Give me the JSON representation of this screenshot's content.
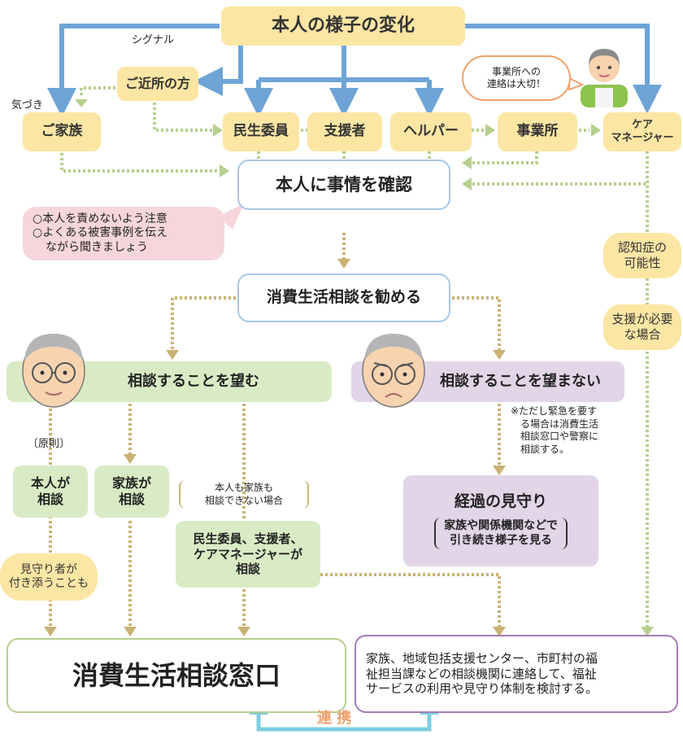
{
  "colors": {
    "blue_arrow": "#6ea4d6",
    "dotted_olive": "#c9b273",
    "dotted_green": "#b5d08e",
    "accent_orange": "#f0a06a",
    "link_teal": "#7dcde0"
  },
  "top": {
    "change": "本人の様子の変化",
    "signal": "シグナル",
    "notice": "気づき"
  },
  "nodes": {
    "neighbor": "ご近所の方",
    "family": "ご家族",
    "minsei": "民生委員",
    "shien": "支援者",
    "helper": "ヘルパー",
    "office": "事業所",
    "caremgr_1": "ケア",
    "caremgr_2": "マネージャー"
  },
  "speech": {
    "line1": "事業所への",
    "line2": "連絡は大切！"
  },
  "confirm": "本人に事情を確認",
  "advice": {
    "line1": "○本人を責めないよう注意",
    "line2": "○よくある被害事例を伝え",
    "line3": "ながら聞きましょう"
  },
  "side": {
    "dementia_1": "認知症の",
    "dementia_2": "可能性",
    "need_1": "支援が必要",
    "need_2": "な場合"
  },
  "recommend": "消費生活相談を勧める",
  "want": "相談することを望む",
  "notwant": "相談することを望まない",
  "principle": "原則",
  "self": {
    "l1": "本人が",
    "l2": "相談"
  },
  "fam": {
    "l1": "家族が",
    "l2": "相談"
  },
  "neither": {
    "l1": "本人も家族も",
    "l2": "相談できない場合"
  },
  "staff": {
    "l1": "民生委員、支援者、",
    "l2": "ケアマネージャーが",
    "l3": "相談"
  },
  "emergency": {
    "l1": "※ただし緊急を要す",
    "l2": "る場合は消費生活",
    "l3": "相談窓口や警察に",
    "l4": "相談する。"
  },
  "watch": {
    "title": "経過の見守り",
    "l1": "家族や関係機関などで",
    "l2": "引き続き様子を見る"
  },
  "accompany": {
    "l1": "見守り者が",
    "l2": "付き添うことも"
  },
  "window": "消費生活相談窓口",
  "contact": {
    "l1": "家族、地域包括支援センター、市町村の福",
    "l2": "祉担当課などの相談機関に連絡して、福祉",
    "l3": "サービスの利用や見守り体制を検討する。"
  },
  "link": "連 携"
}
